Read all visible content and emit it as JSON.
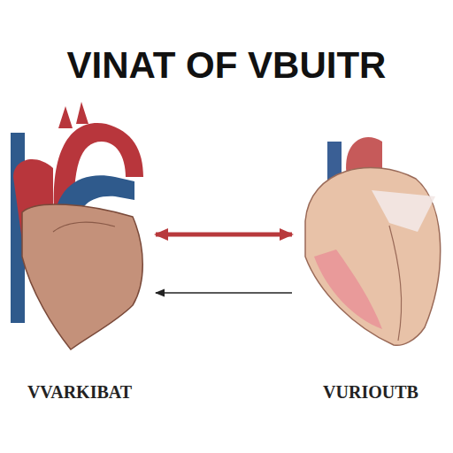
{
  "diagram": {
    "title": "VINAT OF VBUITR",
    "nodes": [
      {
        "text": [
          "VVARKIBAT"
        ]
      },
      {
        "text": [
          "VURIOUTB"
        ]
      }
    ],
    "edges": [
      {
        "from": 0,
        "to": 1,
        "arrow": "both"
      },
      {
        "from": 1,
        "to": 0,
        "arrow": "to"
      }
    ]
  }
}
